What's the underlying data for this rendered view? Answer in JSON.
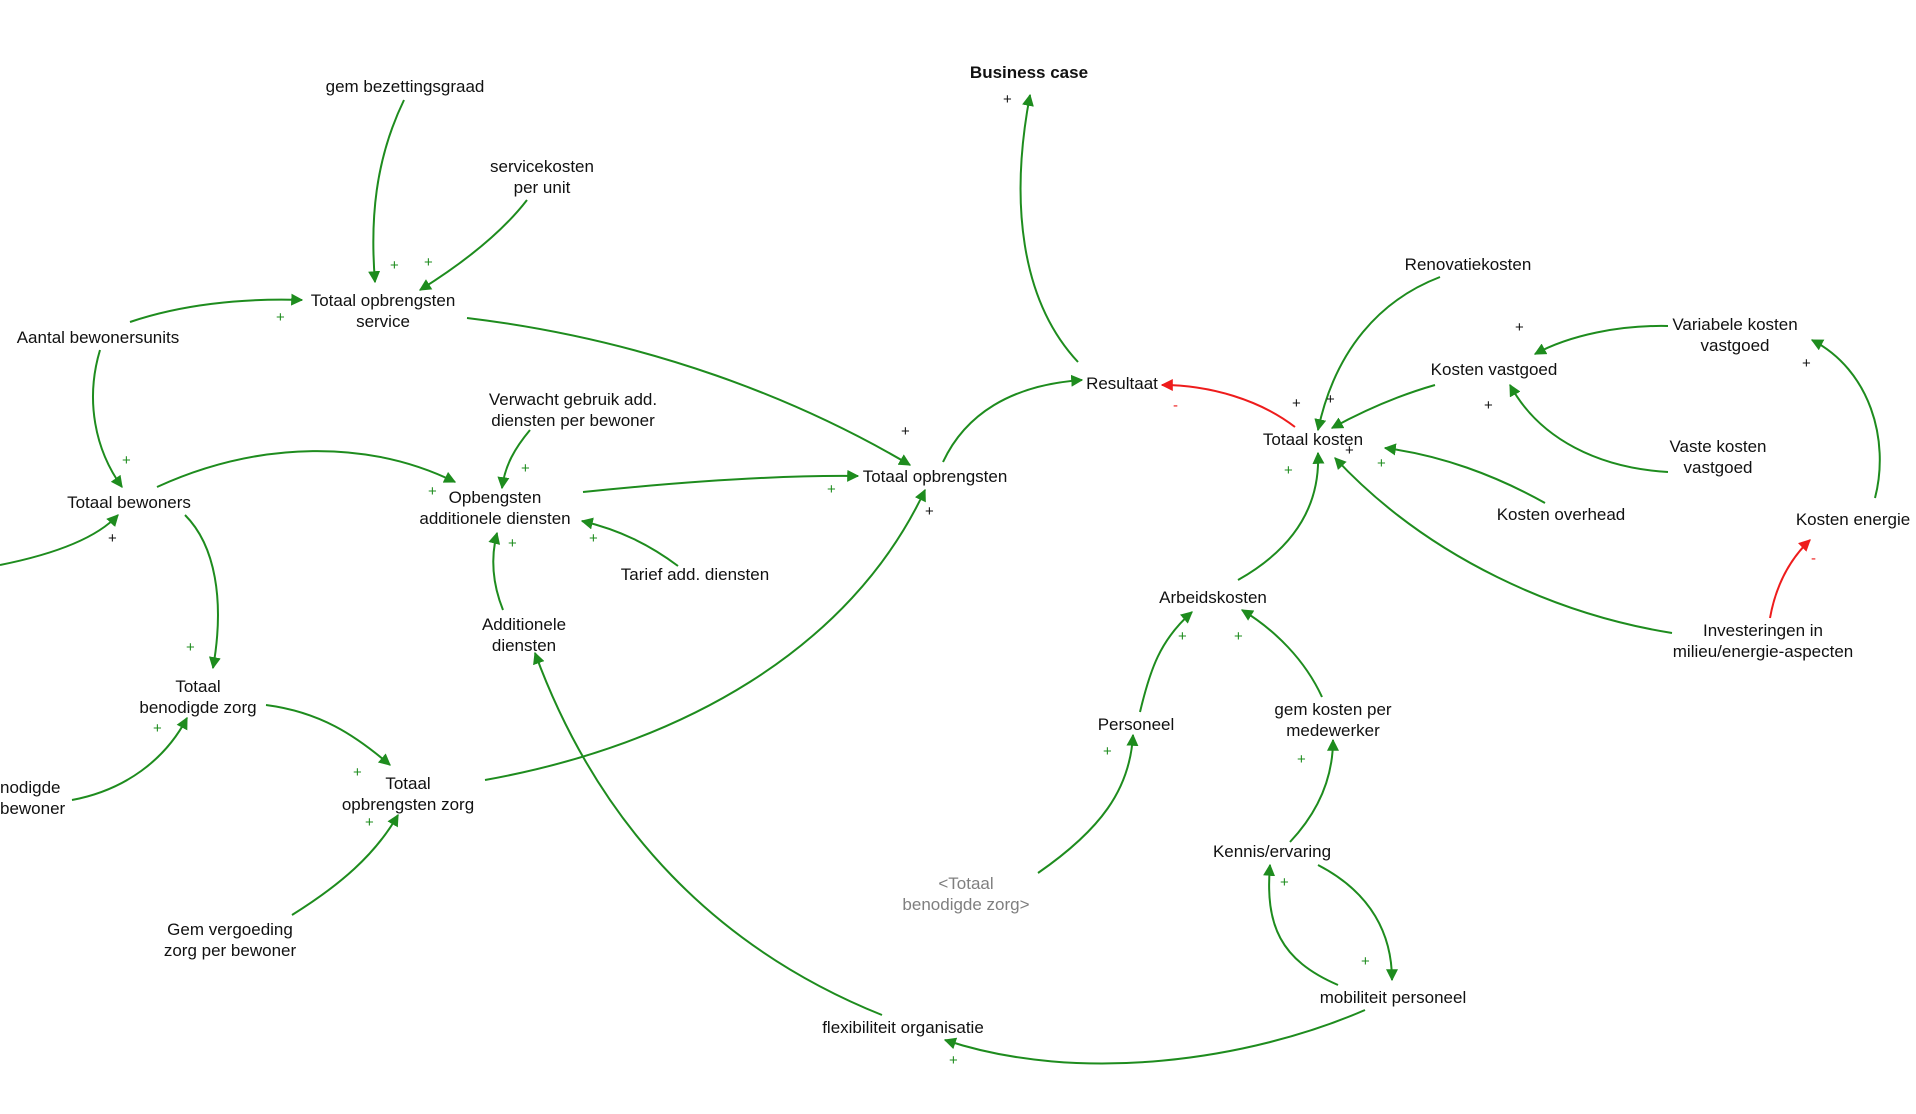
{
  "colors": {
    "positive": "#1e8c1e",
    "negative": "#ee1c1c",
    "text": "#111111",
    "ghost": "#7f7f7f"
  },
  "nodes": {
    "business_case": "Business case",
    "gem_bezettingsgraad": "gem bezettingsgraad",
    "servicekosten_line1": "servicekosten",
    "servicekosten_line2": "per unit",
    "totaal_opbrengsten_service_line1": "Totaal opbrengsten",
    "totaal_opbrengsten_service_line2": "service",
    "aantal_bewonersunits": "Aantal bewonersunits",
    "verwacht_gebruik_line1": "Verwacht gebruik add.",
    "verwacht_gebruik_line2": "diensten per bewoner",
    "totaal_bewoners": "Totaal bewoners",
    "opbrengsten_add_line1": "Opbengsten",
    "opbrengsten_add_line2": "additionele diensten",
    "totaal_opbrengsten": "Totaal opbrengsten",
    "resultaat": "Resultaat",
    "totaal_kosten": "Totaal kosten",
    "renovatiekosten": "Renovatiekosten",
    "kosten_vastgoed": "Kosten vastgoed",
    "variabele_kosten_line1": "Variabele kosten",
    "variabele_kosten_line2": "vastgoed",
    "vaste_kosten_line1": "Vaste kosten",
    "vaste_kosten_line2": "vastgoed",
    "kosten_overhead": "Kosten overhead",
    "kosten_energie": "Kosten energie",
    "tarief_add": "Tarief add. diensten",
    "additionele_diensten_line1": "Additionele",
    "additionele_diensten_line2": "diensten",
    "arbeidskosten": "Arbeidskosten",
    "investeringen_line1": "Investeringen in",
    "investeringen_line2": "milieu/energie-aspecten",
    "totaal_benodigde_zorg_line1": "Totaal",
    "totaal_benodigde_zorg_line2": "benodigde zorg",
    "personeel": "Personeel",
    "gem_kosten_line1": "gem kosten per",
    "gem_kosten_line2": "medewerker",
    "benodigde_partial_line1": "nodigde",
    "benodigde_partial_line2": "bewoner",
    "totaal_opbrengsten_zorg_line1": "Totaal",
    "totaal_opbrengsten_zorg_line2": "opbrengsten zorg",
    "kennis_ervaring": "Kennis/ervaring",
    "ghost_zorg_line1": "<Totaal",
    "ghost_zorg_line2": "benodigde zorg>",
    "gem_vergoeding_line1": "Gem vergoeding",
    "gem_vergoeding_line2": "zorg per bewoner",
    "mobiliteit_personeel": "mobiliteit personeel",
    "flexibiliteit_organisatie": "flexibiliteit organisatie"
  },
  "signs": {
    "plus": "+",
    "minus": "-"
  }
}
